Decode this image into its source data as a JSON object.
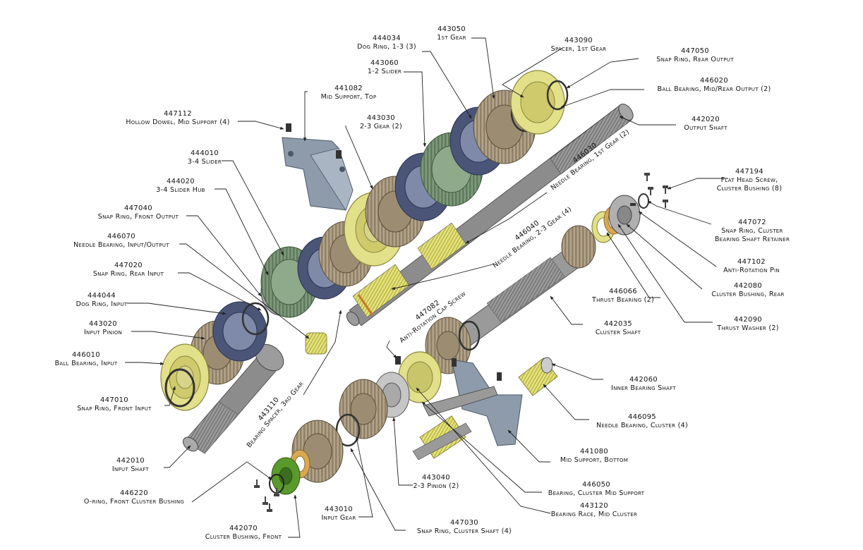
{
  "colors": {
    "gear_tan": "#b3a48a",
    "gear_dark": "#7d6f58",
    "ring_navy": "#4a5578",
    "slider_green": "#6f8a6c",
    "bearing_yellow": "#e3e08a",
    "shaft_gray": "#8c8c8c",
    "support_blue_gray": "#8d9bab",
    "bushing_green": "#5a9a2c",
    "orange_accent": "#c9762b"
  },
  "callouts": [
    {
      "id": "c443050",
      "num": "443050",
      "name": "1st Gear"
    },
    {
      "id": "c444034",
      "num": "444034",
      "name": "Dog Ring, 1-3 (3)"
    },
    {
      "id": "c443090",
      "num": "443090",
      "name": "Spacer, 1st Gear"
    },
    {
      "id": "c447050",
      "num": "447050",
      "name": "Snap Ring, Rear Output"
    },
    {
      "id": "c443060",
      "num": "443060",
      "name": "1-2 Slider"
    },
    {
      "id": "c446020",
      "num": "446020",
      "name": "Ball Bearing, Mid/Rear Output (2)"
    },
    {
      "id": "c441082",
      "num": "441082",
      "name": "Mid Support, Top"
    },
    {
      "id": "c447112",
      "num": "447112",
      "name": "Hollow Dowel, Mid Support (4)"
    },
    {
      "id": "c442020",
      "num": "442020",
      "name": "Output Shaft"
    },
    {
      "id": "c443030",
      "num": "443030",
      "name": "2-3 Gear (2)"
    },
    {
      "id": "c444010",
      "num": "444010",
      "name": "3-4 Slider"
    },
    {
      "id": "c447194",
      "num": "447194",
      "name": "Flat Head Screw,",
      "name2": "Cluster Bushing (8)"
    },
    {
      "id": "c444020",
      "num": "444020",
      "name": "3-4 Slider Hub"
    },
    {
      "id": "c447040",
      "num": "447040",
      "name": "Snap Ring, Front Output"
    },
    {
      "id": "c447072",
      "num": "447072",
      "name": "Snap Ring, Cluster",
      "name2": "Bearing Shaft Retainer"
    },
    {
      "id": "c446070",
      "num": "446070",
      "name": "Needle Bearing, Input/Output"
    },
    {
      "id": "c447102",
      "num": "447102",
      "name": "Anti-Rotation Pin"
    },
    {
      "id": "c447020",
      "num": "447020",
      "name": "Snap Ring, Rear Input"
    },
    {
      "id": "c442080",
      "num": "442080",
      "name": "Cluster Bushing, Rear"
    },
    {
      "id": "c446066",
      "num": "446066",
      "name": "Thrust Bearing (2)"
    },
    {
      "id": "c444044",
      "num": "444044",
      "name": "Dog Ring, Input"
    },
    {
      "id": "c443020",
      "num": "443020",
      "name": "Input Pinion"
    },
    {
      "id": "c442090",
      "num": "442090",
      "name": "Thrust Washer (2)"
    },
    {
      "id": "c442035",
      "num": "442035",
      "name": "Cluster Shaft"
    },
    {
      "id": "c446010",
      "num": "446010",
      "name": "Ball Bearing, Input"
    },
    {
      "id": "c442060",
      "num": "442060",
      "name": "Inner Bearing Shaft"
    },
    {
      "id": "c447010",
      "num": "447010",
      "name": "Snap Ring, Front Input"
    },
    {
      "id": "c446095",
      "num": "446095",
      "name": "Needle Bearing, Cluster (4)"
    },
    {
      "id": "c442010",
      "num": "442010",
      "name": "Input Shaft"
    },
    {
      "id": "c441080",
      "num": "441080",
      "name": "Mid Support, Bottom"
    },
    {
      "id": "c446220",
      "num": "446220",
      "name": "O-ring, Front Cluster Bushing"
    },
    {
      "id": "c443040",
      "num": "443040",
      "name": "2-3 Pinion (2)"
    },
    {
      "id": "c446050",
      "num": "446050",
      "name": "Bearing, Cluster Mid Support"
    },
    {
      "id": "c443010",
      "num": "443010",
      "name": "Input Gear"
    },
    {
      "id": "c443120",
      "num": "443120",
      "name": "Bearing Race, Mid Cluster"
    },
    {
      "id": "c442070",
      "num": "442070",
      "name": "Cluster Bushing, Front"
    },
    {
      "id": "c447030",
      "num": "447030",
      "name": "Snap Ring, Cluster Shaft (4)"
    }
  ],
  "rotated_callouts": [
    {
      "id": "r446030",
      "num": "446030",
      "name": "Needle Bearing, 1st Gear (2)"
    },
    {
      "id": "r446040",
      "num": "446040",
      "name": "Needle Bearing, 2-3 Gear (4)"
    },
    {
      "id": "r447082",
      "num": "447082",
      "name": "Anti-Rotation Cap Screw"
    },
    {
      "id": "r443110",
      "num": "443110",
      "name": "Bearing Spacer, 3rd Gear"
    }
  ]
}
